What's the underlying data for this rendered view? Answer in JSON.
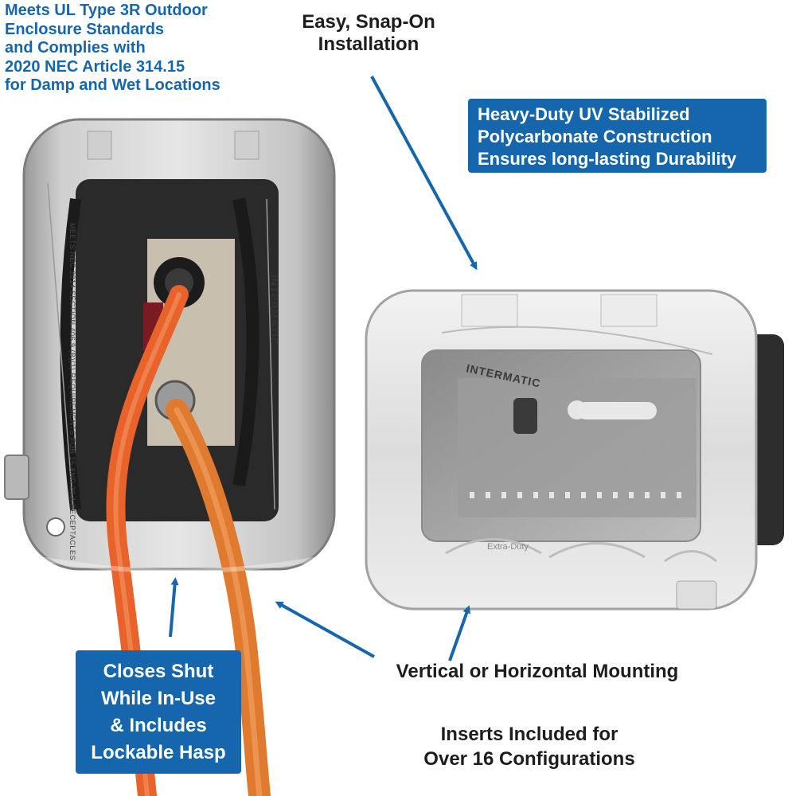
{
  "callouts": {
    "standards": [
      "Meets UL Type 3R Outdoor",
      "Enclosure Standards",
      "and Complies with",
      "2020 NEC Article 314.15",
      "for Damp and Wet Locations"
    ],
    "installation": [
      "Easy, Snap-On",
      "Installation"
    ],
    "construction": [
      "Heavy-Duty UV Stabilized",
      "Polycarbonate Construction",
      "Ensures long-lasting Durability"
    ],
    "closes_shut": [
      "Closes Shut",
      "While In-Use",
      "& Includes",
      "Lockable Hasp"
    ],
    "mounting": "Vertical or Horizontal Mounting",
    "inserts": [
      "Inserts Included for",
      "Over 16 Configurations"
    ]
  },
  "brand": {
    "logo_text": "INTERMATIC",
    "embossed_text_left": "MEETS NEC 2014 SECTION 406.9 (B)(1) REQUIREMENTS FOR 15 AND 20 A RECEPTACLES",
    "embossed_text_right": "Extra-Duty"
  },
  "colors": {
    "accent_blue": "#1566ad",
    "cord_orange": "#e8622a",
    "cord_orange_2": "#e07a2e",
    "text_dark": "#1d1d1d"
  }
}
